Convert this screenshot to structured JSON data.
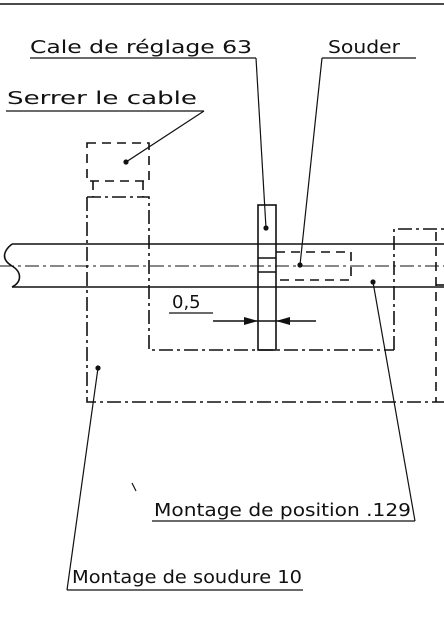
{
  "labels": {
    "cale_reglage": "Cale de réglage 63",
    "souder": "Souder",
    "serrer_cable": "Serrer le cable",
    "dimension": "0,5",
    "montage_position": "Montage de position .129",
    "montage_soudure": "Montage de soudure 10"
  },
  "colors": {
    "ink": "#111111",
    "background": "#ffffff"
  }
}
